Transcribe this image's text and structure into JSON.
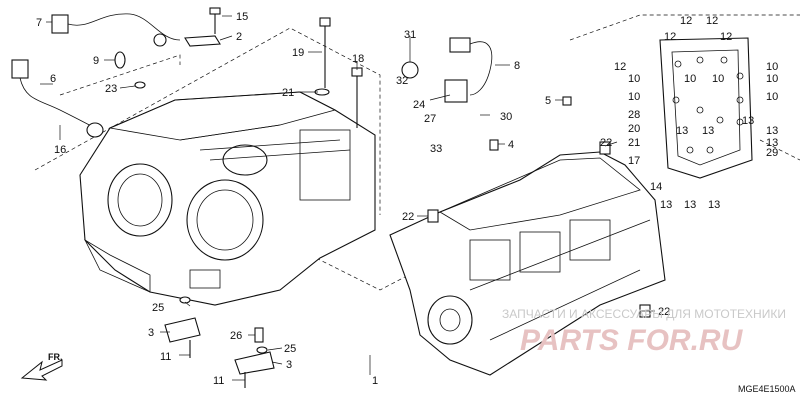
{
  "diagram": {
    "reference_code": "MGE4E1500A",
    "direction_label": "FR.",
    "watermark": {
      "line1": "ЗАПЧАСТИ И АКСЕССУАРЫ ДЛЯ МОТОТЕХНИКИ",
      "line2": "PARTS FOR.RU"
    },
    "callouts": [
      {
        "id": "c7",
        "text": "7"
      },
      {
        "id": "c15",
        "text": "15"
      },
      {
        "id": "c2",
        "text": "2"
      },
      {
        "id": "c9",
        "text": "9"
      },
      {
        "id": "c23",
        "text": "23"
      },
      {
        "id": "c6",
        "text": "6"
      },
      {
        "id": "c16",
        "text": "16"
      },
      {
        "id": "c19",
        "text": "19"
      },
      {
        "id": "c18",
        "text": "18"
      },
      {
        "id": "c21a",
        "text": "21"
      },
      {
        "id": "c31",
        "text": "31"
      },
      {
        "id": "c32",
        "text": "32"
      },
      {
        "id": "c24",
        "text": "24"
      },
      {
        "id": "c27",
        "text": "27"
      },
      {
        "id": "c33",
        "text": "33"
      },
      {
        "id": "c30",
        "text": "30"
      },
      {
        "id": "c8",
        "text": "8"
      },
      {
        "id": "c5",
        "text": "5"
      },
      {
        "id": "c4",
        "text": "4"
      },
      {
        "id": "c22a",
        "text": "22"
      },
      {
        "id": "c22b",
        "text": "22"
      },
      {
        "id": "c22c",
        "text": "22"
      },
      {
        "id": "c25a",
        "text": "25"
      },
      {
        "id": "c25b",
        "text": "25"
      },
      {
        "id": "c26",
        "text": "26"
      },
      {
        "id": "c3a",
        "text": "3"
      },
      {
        "id": "c3b",
        "text": "3"
      },
      {
        "id": "c11a",
        "text": "11"
      },
      {
        "id": "c11b",
        "text": "11"
      },
      {
        "id": "c1",
        "text": "1"
      },
      {
        "id": "c12a",
        "text": "12"
      },
      {
        "id": "c12b",
        "text": "12"
      },
      {
        "id": "c12c",
        "text": "12"
      },
      {
        "id": "c12d",
        "text": "12"
      },
      {
        "id": "c12e",
        "text": "12"
      },
      {
        "id": "c10a",
        "text": "10"
      },
      {
        "id": "c10b",
        "text": "10"
      },
      {
        "id": "c10c",
        "text": "10"
      },
      {
        "id": "c10d",
        "text": "10"
      },
      {
        "id": "c10e",
        "text": "10"
      },
      {
        "id": "c10f",
        "text": "10"
      },
      {
        "id": "c10g",
        "text": "10"
      },
      {
        "id": "c13a",
        "text": "13"
      },
      {
        "id": "c13b",
        "text": "13"
      },
      {
        "id": "c13c",
        "text": "13"
      },
      {
        "id": "c13d",
        "text": "13"
      },
      {
        "id": "c13e",
        "text": "13"
      },
      {
        "id": "c13f",
        "text": "13"
      },
      {
        "id": "c13g",
        "text": "13"
      },
      {
        "id": "c13h",
        "text": "13"
      },
      {
        "id": "c28",
        "text": "28"
      },
      {
        "id": "c20",
        "text": "20"
      },
      {
        "id": "c21b",
        "text": "21"
      },
      {
        "id": "c17",
        "text": "17"
      },
      {
        "id": "c14",
        "text": "14"
      },
      {
        "id": "c29",
        "text": "29"
      }
    ]
  }
}
